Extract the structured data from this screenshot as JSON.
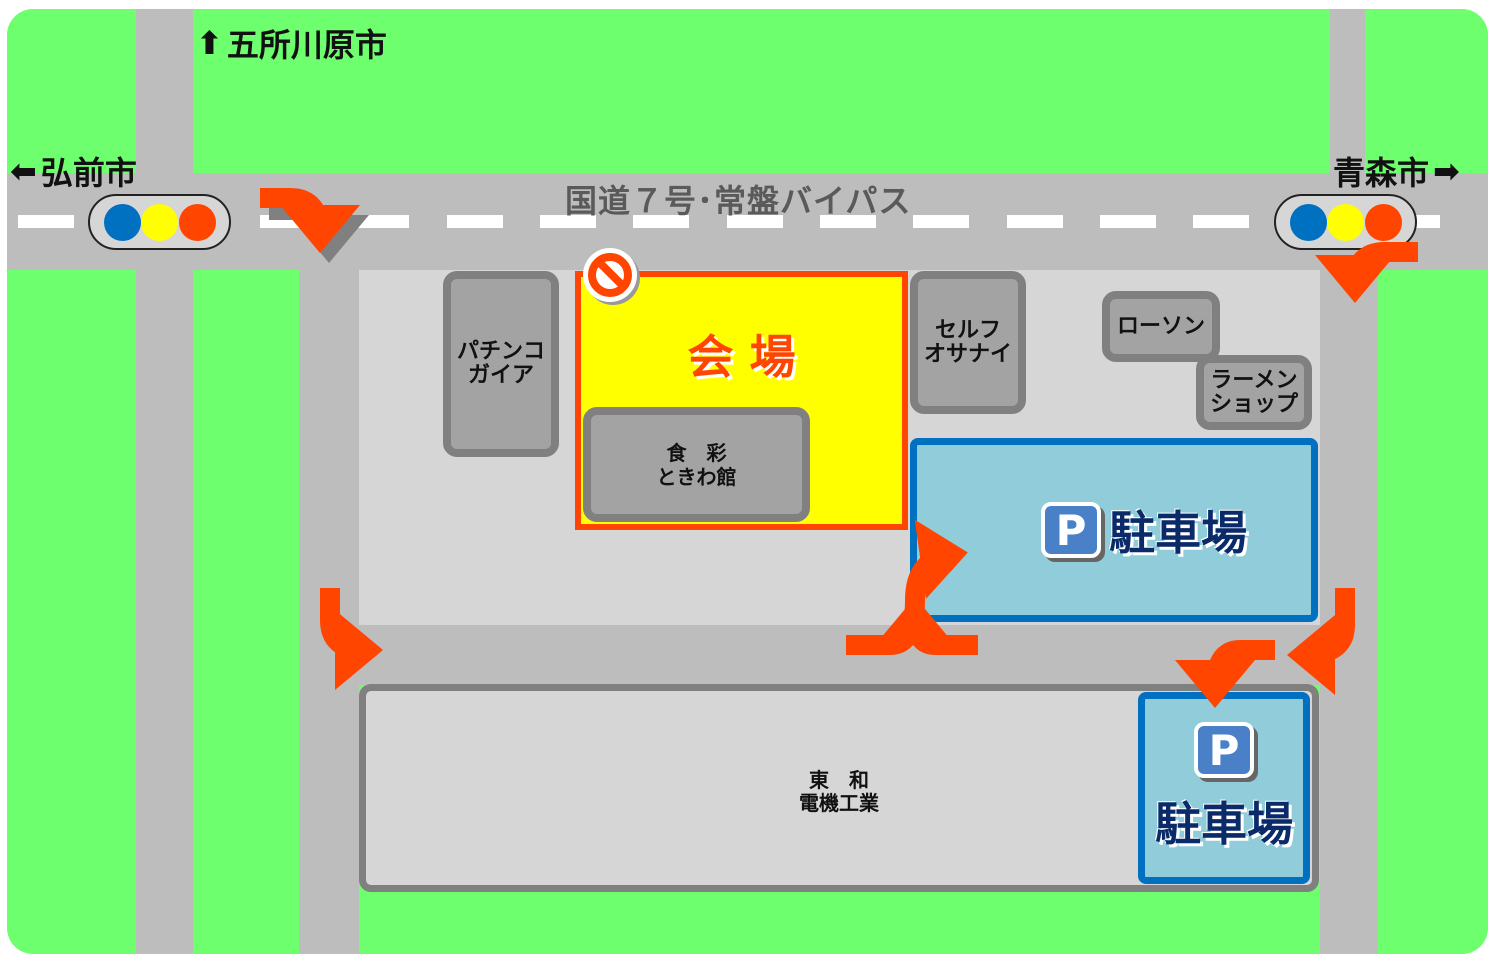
{
  "directions": {
    "north": "五所川原市",
    "west": "弘前市",
    "east": "青森市"
  },
  "road_name": "国道７号･常盤バイパス",
  "venue": {
    "label": "会 場",
    "no_entry_icon": "no-entry-icon"
  },
  "buildings": {
    "pachinko": "パチンコ\nガイア",
    "shokusai": "食　彩\nときわ館",
    "self": "セルフ\nオサナイ",
    "lawson": "ローソン",
    "ramen": "ラーメン\nショップ",
    "towa": "東　和\n電機工業"
  },
  "parking": {
    "badge": "P",
    "label": "駐車場"
  },
  "colors": {
    "grass": "#6eff6e",
    "road": "#bdbdbd",
    "venue": "#ffff00",
    "arrow": "#ff4500",
    "parking": "#90ccd9",
    "parking_border": "#0070c0"
  }
}
